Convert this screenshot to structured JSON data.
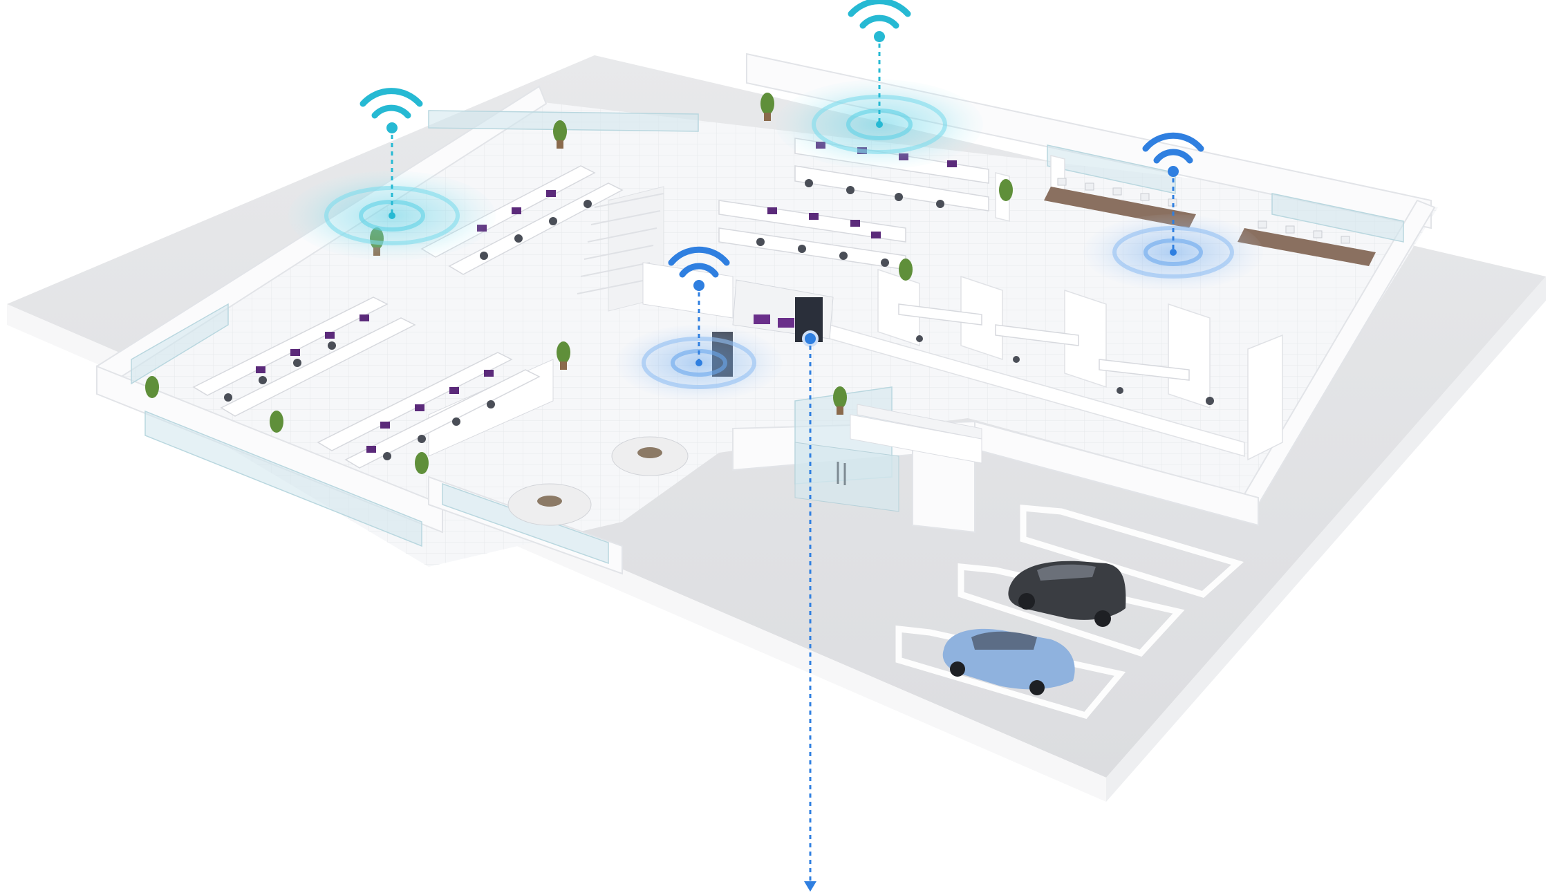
{
  "scene": {
    "background": "#ffffff",
    "ground_color": "#e4e5e7",
    "floor_color": "#f4f5f7",
    "wall_color": "#fbfbfc",
    "glass_color": "#cfe6ec",
    "accent_cyan": "#26b9d3",
    "accent_blue": "#2f7fe0",
    "screen_purple": "#6a2f8a",
    "plant_green": "#5f8f3a",
    "table_wood": "#8a7060"
  },
  "access_points": [
    {
      "name": "ap-open-office-west",
      "color": "cyan",
      "icon": "wifi-icon"
    },
    {
      "name": "ap-open-office-north",
      "color": "cyan",
      "icon": "wifi-icon"
    },
    {
      "name": "ap-conference-room",
      "color": "blue",
      "icon": "wifi-icon"
    },
    {
      "name": "ap-server-room",
      "color": "blue",
      "icon": "wifi-icon"
    }
  ],
  "uplink": {
    "icon": "arrow-down-icon",
    "style": "dashed"
  },
  "vehicles": [
    {
      "name": "dark-suv",
      "color": "#3a3d42"
    },
    {
      "name": "blue-sedan",
      "color": "#8fb2de"
    }
  ]
}
